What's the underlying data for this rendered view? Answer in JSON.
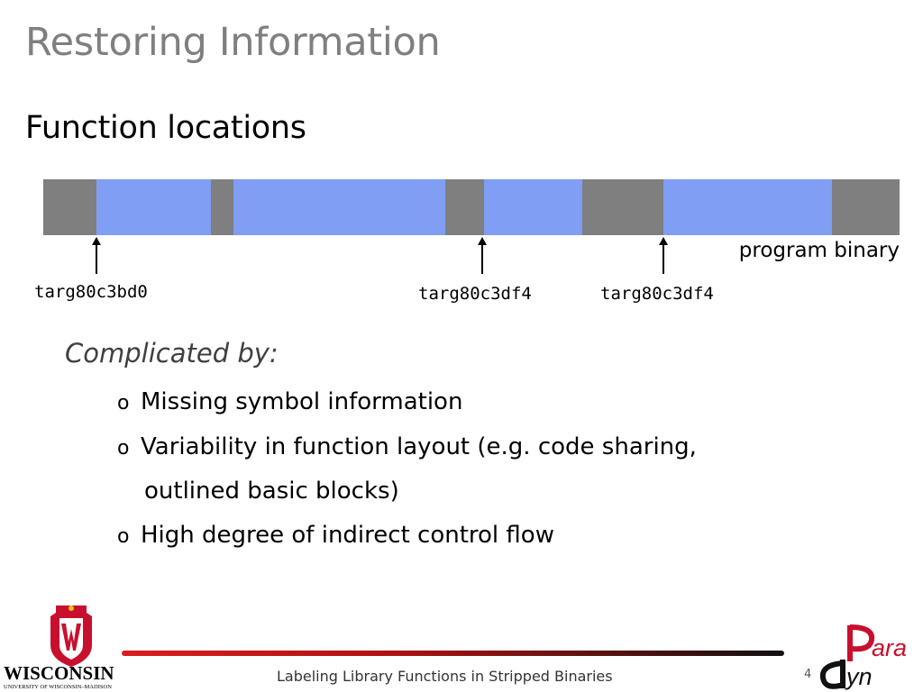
{
  "slide": {
    "title": "Restoring Information",
    "subtitle": "Function locations",
    "binary_label": "program binary",
    "addresses": [
      "targ80c3bd0",
      "targ80c3df4",
      "targ80c3df4"
    ],
    "complicated_by": "Complicated by:",
    "bullet_marker": "o",
    "bullets": [
      "Missing symbol information",
      "Variability in function layout (e.g. code sharing,",
      "outlined basic blocks)",
      "High degree of indirect control flow"
    ]
  },
  "footer": {
    "text": "Labeling Library Functions in Stripped Binaries",
    "page_number": "4",
    "wisconsin_name": "WISCONSIN",
    "wisconsin_sub": "UNIVERSITY OF WISCONSIN–MADISON",
    "paradyn_top": "ara",
    "paradyn_bottom": "yn"
  },
  "colors": {
    "function_block": "#7f9ef4",
    "gap_block": "#7f7f7f",
    "title": "#7f7f7f",
    "accent_red": "#c8102e"
  }
}
